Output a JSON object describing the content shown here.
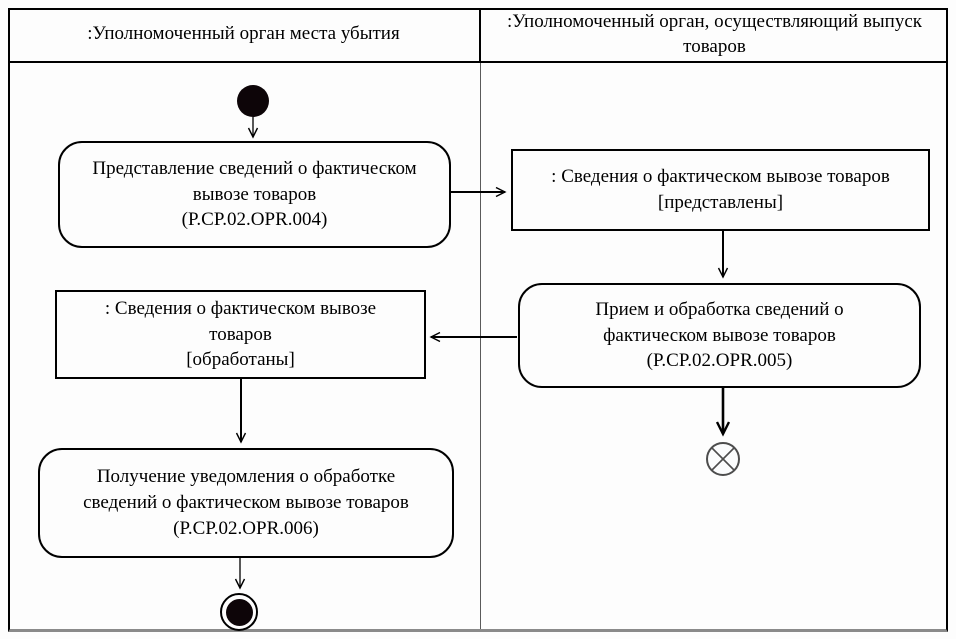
{
  "diagram": {
    "kind": "uml-activity-swimlane-diagram",
    "colors": {
      "line": "#000000",
      "background": "#fdfdfd",
      "flow_final_stroke": "#4d4d4d",
      "node_fill": "#0d0508"
    },
    "lanes": [
      {
        "title": ":Уполномоченный орган места убытия"
      },
      {
        "title": ":Уполномоченный орган, осуществляющий выпуск\nтоваров"
      }
    ],
    "nodes": {
      "start": {
        "kind": "initial-node"
      },
      "activity_submit": {
        "label": "Представление сведений  о фактическом\nвывозе товаров\n(P.CP.02.OPR.004)"
      },
      "object_presented": {
        "label": ": Сведения о фактическом вывозе товаров\n[представлены]"
      },
      "activity_process": {
        "label": "Прием и обработка сведений о\nфактическом вывозе товаров\n(P.CP.02.OPR.005)"
      },
      "object_processed": {
        "label": ": Сведения о фактическом вывозе\nтоваров\n[обработаны]"
      },
      "activity_receive": {
        "label": "Получение уведомления о обработке\nсведений о фактическом вывозе товаров\n(P.CP.02.OPR.006)"
      },
      "flow_final": {
        "kind": "flow-final-node"
      },
      "final": {
        "kind": "activity-final-node"
      }
    },
    "flows": [
      {
        "from": "start",
        "to": "activity_submit"
      },
      {
        "from": "activity_submit",
        "to": "object_presented"
      },
      {
        "from": "object_presented",
        "to": "activity_process"
      },
      {
        "from": "activity_process",
        "to": "object_processed"
      },
      {
        "from": "object_processed",
        "to": "activity_receive"
      },
      {
        "from": "activity_receive",
        "to": "final"
      },
      {
        "from": "activity_process",
        "to": "flow_final"
      }
    ]
  }
}
